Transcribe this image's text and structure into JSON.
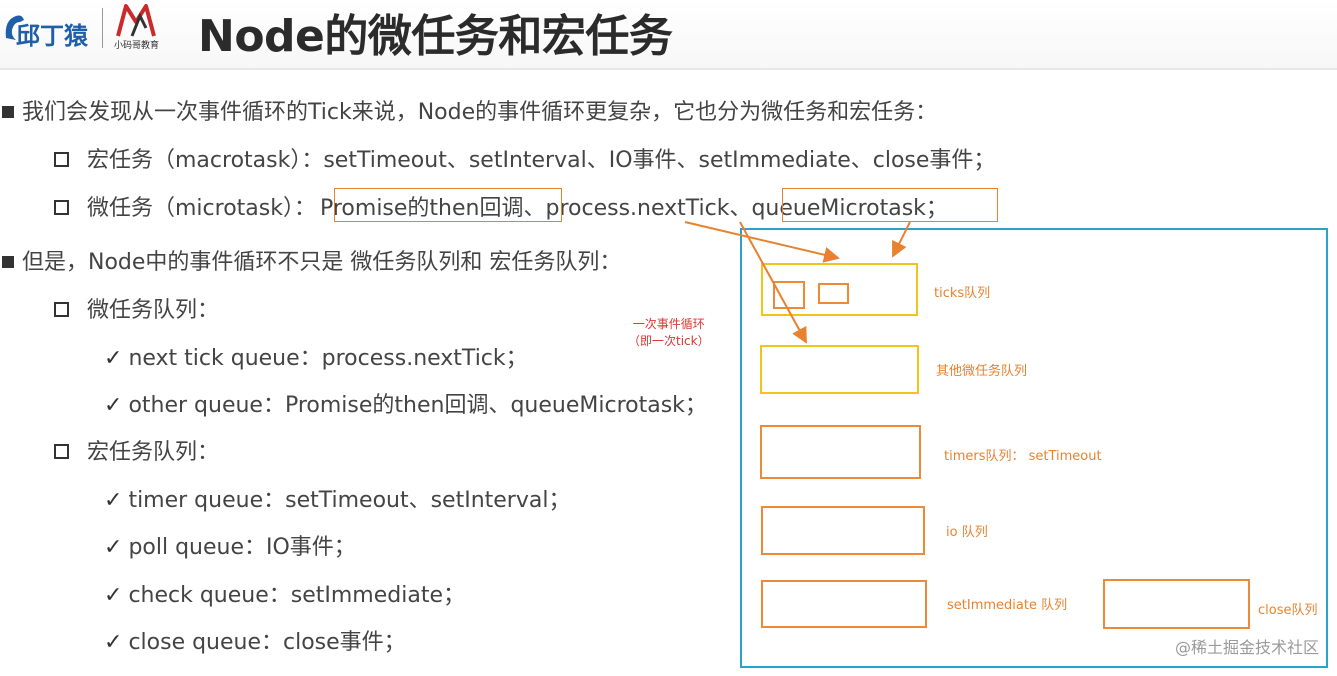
{
  "header": {
    "logo_left_text": "邱丁猿",
    "logo_right_text": "小码哥教育",
    "title": "Node的微任务和宏任务"
  },
  "content": {
    "p1": "我们会发现从一次事件循环的Tick来说，Node的事件循环更复杂，它也分为微任务和宏任务：",
    "macro": "宏任务（macrotask）：setTimeout、setInterval、IO事件、setImmediate、close事件；",
    "micro_prefix": "微任务（microtask）：",
    "micro_promise": "Promise的then回调",
    "micro_mid": "、process.nextTick、",
    "micro_qm": "queueMicrotask；",
    "p2": "但是，Node中的事件循环不只是 微任务队列和 宏任务队列：",
    "micro_queue_title": "微任务队列：",
    "micro_items": [
      "next tick queue：process.nextTick；",
      "other queue：Promise的then回调、queueMicrotask；"
    ],
    "macro_queue_title": "宏任务队列：",
    "macro_items": [
      "timer queue：setTimeout、setInterval；",
      "poll queue：IO事件；",
      "check queue：setImmediate；",
      "close queue：close事件；"
    ],
    "check_symbol": "✓"
  },
  "diagram": {
    "loop_label_line1": "一次事件循环",
    "loop_label_line2": "（即一次tick）",
    "queues": {
      "ticks": "ticks队列",
      "other_micro": "其他微任务队列",
      "timers": "timers队列： setTimeout",
      "io": "io 队列",
      "set_immediate": "setImmediate 队列",
      "close": "close队列"
    }
  },
  "watermark": "@稀土掘金技术社区",
  "colors": {
    "accent_orange": "#e8822e",
    "frame_blue": "#29a3cc",
    "box_yellow": "#f0c419",
    "red_label": "#d63a2f"
  }
}
